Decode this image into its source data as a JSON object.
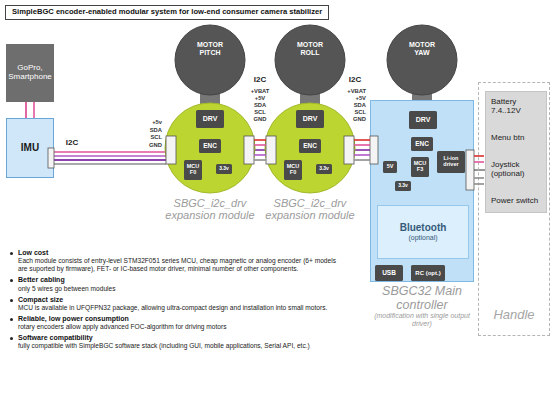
{
  "diagram": {
    "title": "SimpleBGC encoder-enabled modular system for low-end consumer camera stabilizer",
    "nodes": [
      {
        "text": [
          "MOTOR PITCH"
        ]
      },
      {
        "text": [
          "MOTOR ROLL"
        ]
      },
      {
        "text": [
          "MOTOR YAW"
        ]
      },
      {
        "text": [
          "GoPro, Smartphone"
        ]
      },
      {
        "text": [
          "IMU"
        ]
      },
      {
        "text": [
          "SBGC_i2c_drv expansion module"
        ]
      },
      {
        "text": [
          "DRV"
        ],
        "in": 5
      },
      {
        "text": [
          "ENC"
        ],
        "in": 5
      },
      {
        "text": [
          "MCU F0"
        ],
        "in": 5
      },
      {
        "text": [
          "3.3v"
        ],
        "in": 5
      },
      {
        "text": [
          "SBGC_i2c_drv expansion module"
        ]
      },
      {
        "text": [
          "DRV"
        ],
        "in": 10
      },
      {
        "text": [
          "ENC"
        ],
        "in": 10
      },
      {
        "text": [
          "MCU F0"
        ],
        "in": 10
      },
      {
        "text": [
          "3.3v"
        ],
        "in": 10
      },
      {
        "text": [
          "SBGC32 Main controller",
          "(modification with single output driver)"
        ]
      },
      {
        "text": [
          "DRV"
        ],
        "in": 15
      },
      {
        "text": [
          "ENC"
        ],
        "in": 15
      },
      {
        "text": [
          "MCU F3"
        ],
        "in": 15
      },
      {
        "text": [
          "5V"
        ],
        "in": 15
      },
      {
        "text": [
          "3.3v"
        ],
        "in": 15
      },
      {
        "text": [
          "Li-ion driver"
        ],
        "in": 15
      },
      {
        "text": [
          "Bluetooth",
          "(optional)"
        ],
        "in": 15
      },
      {
        "text": [
          "USB"
        ],
        "in": 15
      },
      {
        "text": [
          "RC (opt.)"
        ],
        "in": 15
      },
      {
        "text": [
          "Handle"
        ]
      },
      {
        "text": [
          "Battery 7.4..12V",
          "Menu btn",
          "Joystick (optional)",
          "Power switch"
        ],
        "in": 25
      }
    ],
    "edges": [
      {
        "from": 3,
        "to": 4,
        "arrow": "none"
      },
      {
        "from": 4,
        "to": 5,
        "label": "I2C",
        "arrow": "none"
      },
      {
        "from": 5,
        "to": 10,
        "label": "I2C",
        "arrow": "none"
      },
      {
        "from": 10,
        "to": 15,
        "label": "I2C",
        "arrow": "none"
      },
      {
        "from": 15,
        "to": 26,
        "arrow": "none"
      }
    ],
    "labels": [
      "+5v",
      "SDA",
      "SCL",
      "GND",
      "+VBAT",
      "+5V",
      "SDA",
      "SCL",
      "GND",
      "+VBAT",
      "+5V",
      "SDA",
      "SCL",
      "GND",
      "Low cost",
      "Each module consists of entry-level STM32F051 series MCU, cheap magnetic or analog encoder (6+ models are suported by firmware), FET- or IC-based motor driver, minimal number of other components.",
      "Better cabling",
      "only 5 wires go between modules",
      "Compact size",
      "MCU is available in UFQFPN32 package, allowing ultra-compact design and installation into small motors.",
      "Reliable, low power consumption",
      "rotary encoders allow apply advanced FOC-algorithm for driving motors",
      "Software compatibility",
      "fully compatible with SimpleBGC software stack (including GUI, mobile applications, Serial API, etc.)"
    ]
  }
}
